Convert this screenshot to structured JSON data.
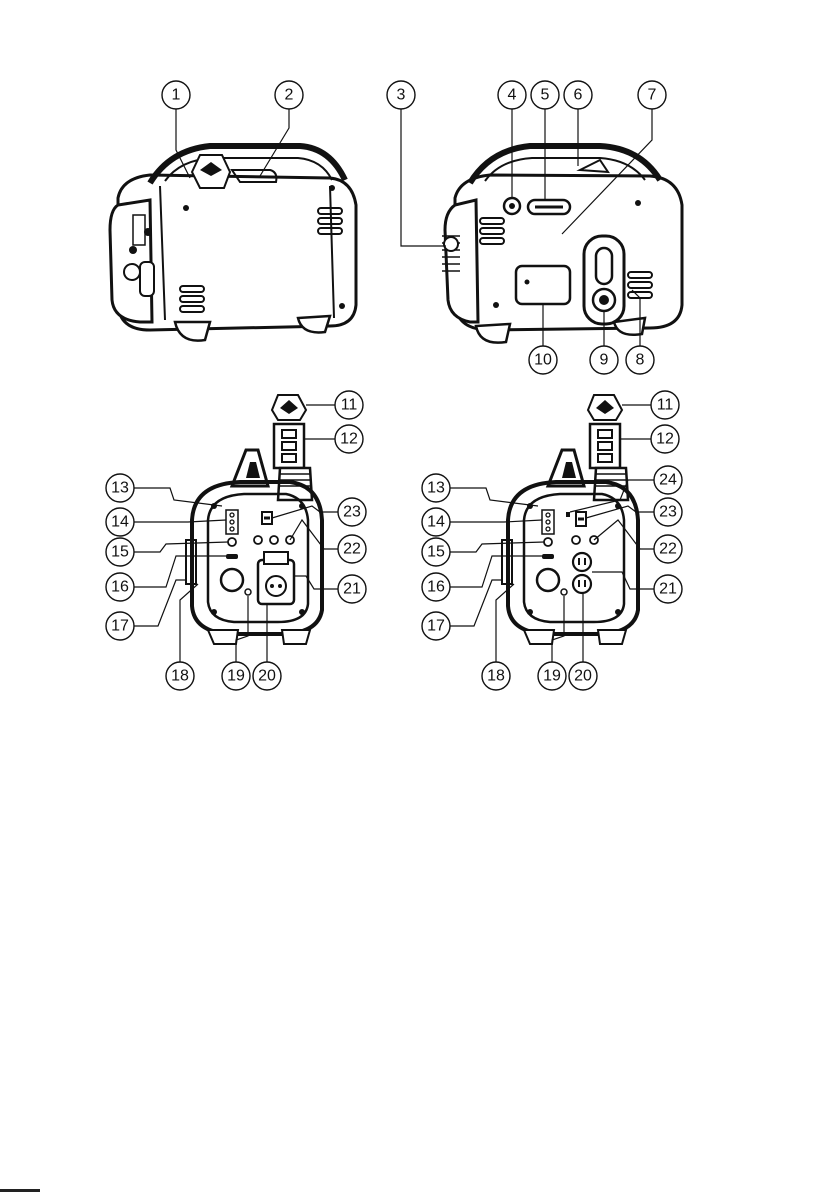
{
  "figure": {
    "panels": [
      {
        "id": "top-left",
        "description_shown": false
      },
      {
        "id": "top-right",
        "description_shown": false
      },
      {
        "id": "bottom-left",
        "description_shown": false
      },
      {
        "id": "bottom-right",
        "description_shown": false
      }
    ],
    "callouts": {
      "c1": "1",
      "c2": "2",
      "c3": "3",
      "c4": "4",
      "c5": "5",
      "c6": "6",
      "c7": "7",
      "c8": "8",
      "c9": "9",
      "c10": "10",
      "bl11": "11",
      "bl12": "12",
      "bl13": "13",
      "bl14": "14",
      "bl15": "15",
      "bl16": "16",
      "bl17": "17",
      "bl18": "18",
      "bl19": "19",
      "bl20": "20",
      "bl21": "21",
      "bl22": "22",
      "bl23": "23",
      "br11": "11",
      "br12": "12",
      "br13": "13",
      "br14": "14",
      "br15": "15",
      "br16": "16",
      "br17": "17",
      "br18": "18",
      "br19": "19",
      "br20": "20",
      "br21": "21",
      "br22": "22",
      "br23": "23",
      "br24": "24"
    },
    "colors": {
      "ink": "#111111",
      "paper": "#ffffff",
      "shade": "#cfcfcf"
    }
  }
}
